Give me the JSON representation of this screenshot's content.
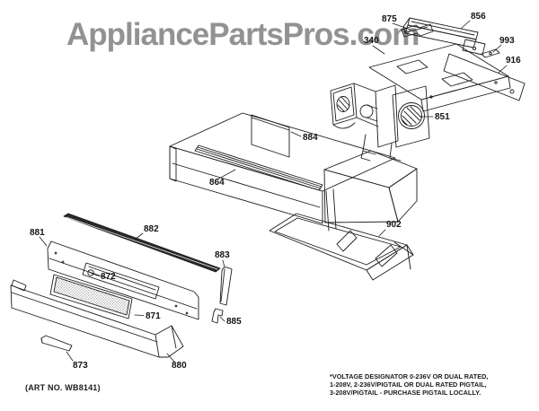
{
  "watermark": {
    "text": "AppliancePartsPros.com",
    "color": "#929292"
  },
  "diagram": {
    "type": "exploded-parts-diagram",
    "labels": {
      "p875": "875",
      "p856": "856",
      "p993": "993",
      "p916": "916",
      "p340": "340",
      "p851": "851",
      "p884": "884",
      "p864": "864",
      "p902": "902",
      "p882": "882",
      "p881": "881",
      "p883": "883",
      "p872": "872",
      "p871": "871",
      "p885": "885",
      "p873": "873",
      "p880": "880"
    }
  },
  "footer": {
    "art_no": "(ART NO. WB8141)",
    "voltage_lines": [
      "*VOLTAGE DESIGNATOR 0-236V OR DUAL RATED,",
      "1-208V, 2-236V/PIGTAIL OR DUAL RATED PIGTAIL,",
      "3-208V/PIGTAIL - PURCHASE PIGTAIL LOCALLY."
    ]
  },
  "colors": {
    "line": "#1c1c1c",
    "background": "#ffffff",
    "watermark": "#929292"
  }
}
